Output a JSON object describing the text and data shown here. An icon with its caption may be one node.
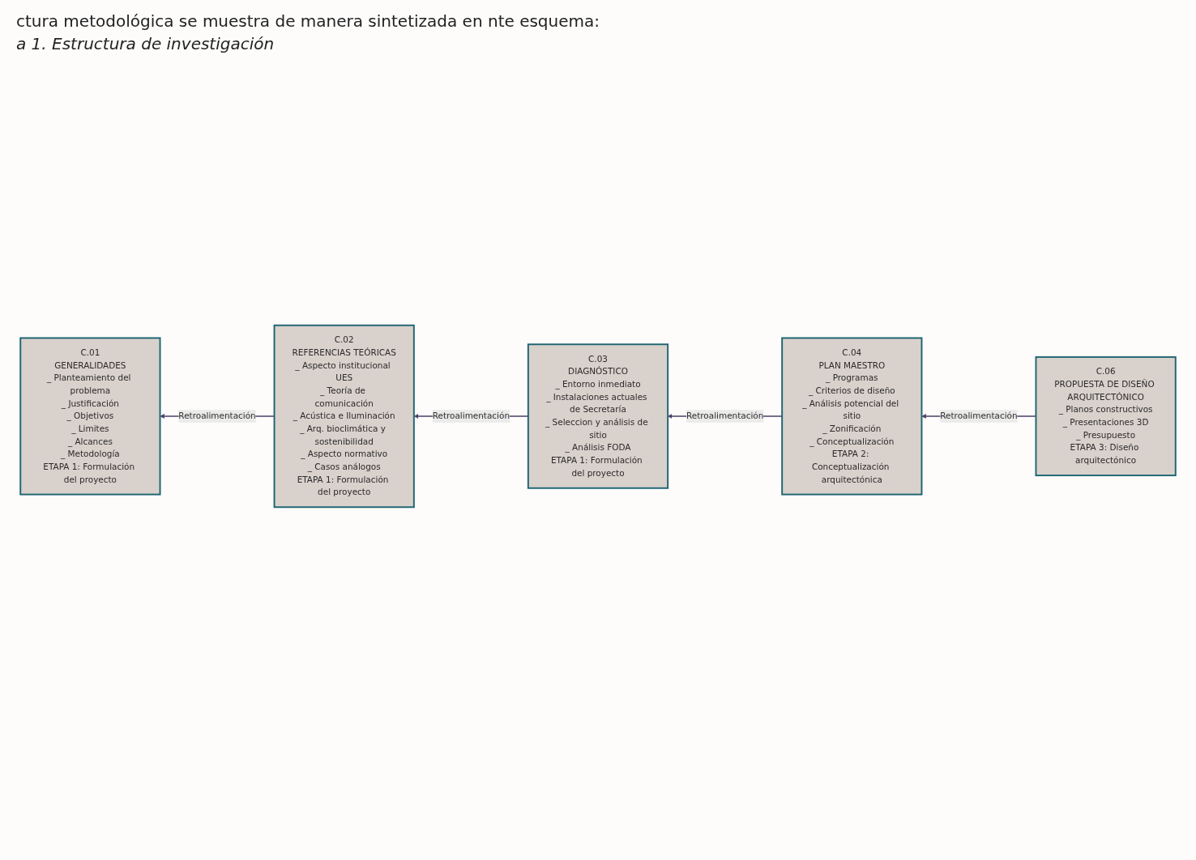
{
  "diagram": {
    "title": "a 1. Estructura de investigación",
    "nodes": [
      {
        "text": [
          "C.01",
          "GENERALIDADES",
          "_ Planteamiento del problema",
          "_ Justificación",
          "_ Objetivos",
          "_ Limites",
          "_ Alcances",
          "_ Metodología",
          "ETAPA 1: Formulación del proyecto"
        ]
      },
      {
        "text": [
          "C.02",
          "REFERENCIAS TEÓRICAS",
          "_ Aspecto institucional UES",
          "_ Teoría de comunicación",
          "_ Acústica e Iluminación",
          "_ Arq. bioclimática y sostenibilidad",
          "_ Aspecto normativo",
          "_ Casos análogos",
          "ETAPA 1: Formulación del proyecto"
        ]
      },
      {
        "text": [
          "C.03",
          "DIAGNÓSTICO",
          "_ Entorno inmediato",
          "_ Instalaciones actuales de Secretaría",
          "_ Seleccion y análisis de sitio",
          "_ Análisis FODA",
          "ETAPA 1: Formulación del proyecto"
        ]
      },
      {
        "text": [
          "C.04",
          "PLAN MAESTRO",
          "_ Programas",
          "_ Criterios de diseño",
          "_ Análisis potencial del sitio",
          "_ Zonificación",
          "_ Conceptualización",
          "ETAPA 2: Conceptualización arquitectónica"
        ]
      },
      {
        "text": [
          "C.06",
          "PROPUESTA DE DISEÑO ARQUITECTÓNICO",
          "_ Planos constructivos",
          "_ Presentaciones 3D",
          "_ Presupuesto",
          "ETAPA 3: Diseño arquitectónico"
        ]
      }
    ],
    "edges": [
      {
        "from": 1,
        "to": 0,
        "arrow": "to",
        "label": "Retroalimentación"
      },
      {
        "from": 2,
        "to": 1,
        "arrow": "to",
        "label": "Retroalimentación"
      },
      {
        "from": 3,
        "to": 2,
        "arrow": "to",
        "label": "Retroalimentación"
      },
      {
        "from": 4,
        "to": 3,
        "arrow": "to",
        "label": "Retroalimentación"
      }
    ],
    "labels": [
      "ctura metodológica se muestra de manera sintetizada en nte esquema:"
    ]
  }
}
